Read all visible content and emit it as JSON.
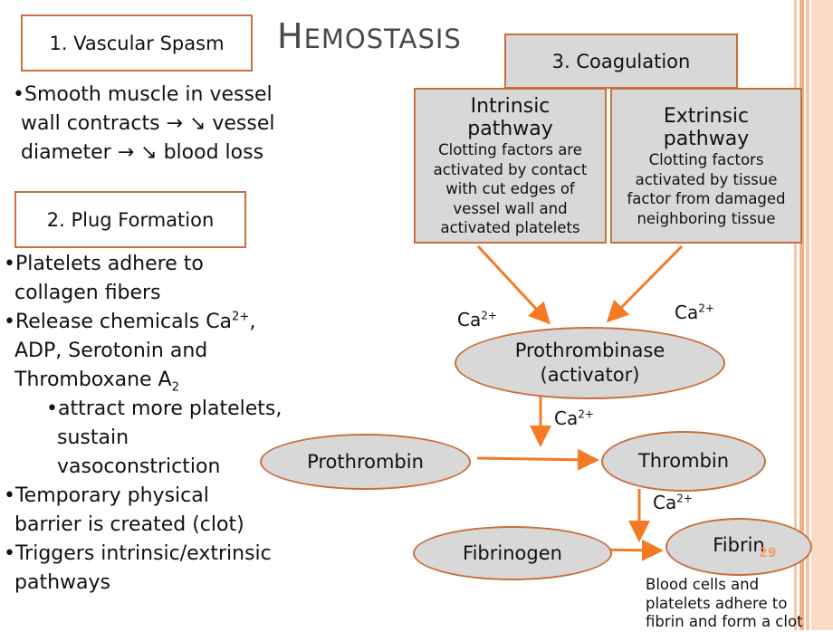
{
  "title": {
    "first": "H",
    "rest": "EMOSTASIS"
  },
  "sections": {
    "spasm": "1. Vascular Spasm",
    "plug": "2. Plug Formation",
    "coag": "3. Coagulation"
  },
  "spasm_text": {
    "l1": "•Smooth muscle in vessel",
    "l2": "wall contracts → ↘ vessel",
    "l3": "diameter → ↘ blood loss"
  },
  "plug_text": {
    "b1a": "•Platelets adhere to",
    "b1b": "collagen fibers",
    "b2a_pre": "•Release chemicals Ca",
    "b2a_sup": "2+",
    "b2a_post": ",",
    "b2b": "ADP, Serotonin and",
    "b2c_pre": "Thromboxane A",
    "b2c_sub": "2",
    "s1a": "•attract more platelets,",
    "s1b": "sustain",
    "s1c": "vasoconstriction",
    "b3a": "•Temporary physical",
    "b3b": "barrier is created (clot)",
    "b4a": "•Triggers intrinsic/extrinsic",
    "b4b": "pathways"
  },
  "intrinsic": {
    "t1": "Intrinsic",
    "t2": "pathway",
    "d1": "Clotting factors are",
    "d2": "activated by contact",
    "d3": "with cut edges of",
    "d4": "vessel wall and",
    "d5": "activated platelets"
  },
  "extrinsic": {
    "t1": "Extrinsic",
    "t2": "pathway",
    "d1": "Clotting factors",
    "d2": "activated by tissue",
    "d3": "factor from damaged",
    "d4": "neighboring tissue"
  },
  "calcium": {
    "base": "Ca",
    "sup": "2+"
  },
  "nodes": {
    "prothrombinase_1": "Prothrombinase",
    "prothrombinase_2": "(activator)",
    "prothrombin": "Prothrombin",
    "thrombin": "Thrombin",
    "fibrinogen": "Fibrinogen",
    "fibrin": "Fibrin"
  },
  "page_number": "29",
  "clot_note": {
    "l1": "Blood cells and",
    "l2": "platelets adhere to",
    "l3": "fibrin and form a clot"
  },
  "colors": {
    "accent": "#c8703e",
    "arrow": "#f47a24",
    "fill": "#d8d8d8"
  }
}
